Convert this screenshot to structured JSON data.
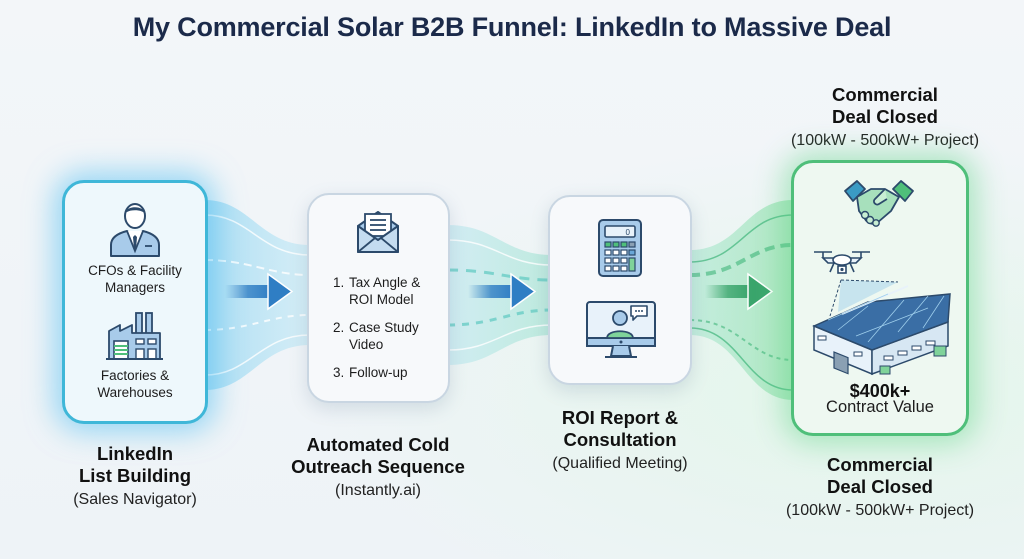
{
  "title": "My Commercial Solar B2B Funnel: LinkedIn to Massive Deal",
  "stages": [
    {
      "id": "list-building",
      "items": [
        {
          "icon": "businessman-icon",
          "text": "CFOs & Facility Managers",
          "line1": "CFOs & Facility",
          "line2": "Managers"
        },
        {
          "icon": "factory-icon",
          "text": "Factories & Warehouses",
          "line1": "Factories &",
          "line2": "Warehouses"
        }
      ],
      "label_bold": [
        "LinkedIn",
        "List Building"
      ],
      "label_sub": "(Sales Navigator)",
      "accent": "#3fb7d8"
    },
    {
      "id": "cold-outreach",
      "icon": "envelope-icon",
      "steps": [
        {
          "num": "1.",
          "lines": [
            "Tax Angle &",
            "ROI Model"
          ]
        },
        {
          "num": "2.",
          "lines": [
            "Case Study",
            "Video"
          ]
        },
        {
          "num": "3.",
          "lines": [
            "Follow-up"
          ]
        }
      ],
      "label_bold": [
        "Automated Cold",
        "Outreach Sequence"
      ],
      "label_sub": "(Instantly.ai)"
    },
    {
      "id": "roi-consultation",
      "icons": [
        "calculator-icon",
        "video-call-icon"
      ],
      "label_bold": [
        "ROI Report &",
        "Consultation"
      ],
      "label_sub": "(Qualified Meeting)"
    },
    {
      "id": "deal-closed",
      "icons": [
        "handshake-icon",
        "drone-icon",
        "solar-warehouse-icon"
      ],
      "value": "$400k+",
      "value_label": "Contract Value",
      "label_bold": [
        "Commercial",
        "Deal Closed"
      ],
      "label_sub": "(100kW - 500kW+ Project)",
      "top_label_bold": [
        "Commercial",
        "Deal Closed"
      ],
      "top_label_sub": "(100kW - 500kW+ Project)",
      "accent": "#4fbf7a"
    }
  ],
  "arrows": [
    {
      "from": "list-building",
      "to": "cold-outreach",
      "color": "#2f7ec4"
    },
    {
      "from": "cold-outreach",
      "to": "roi-consultation",
      "color": "#2f7ec4"
    },
    {
      "from": "roi-consultation",
      "to": "deal-closed",
      "color": "#3aa56c"
    }
  ],
  "colors": {
    "title": "#1b2a4a",
    "blue_accent": "#3fb7d8",
    "green_accent": "#4fbf7a",
    "icon_fill": "#a8cbea",
    "icon_stroke": "#2c4a6b",
    "green_fill": "#7fd39a"
  }
}
